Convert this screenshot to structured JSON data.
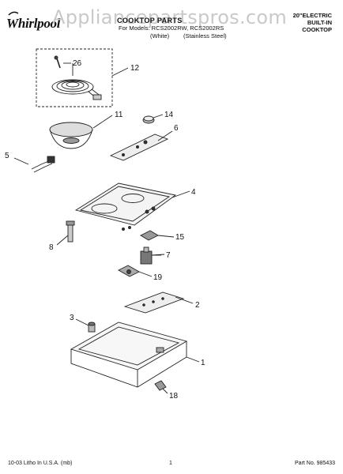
{
  "header": {
    "brand": "Whirlpool",
    "watermark": "Appliancepartspros.com",
    "title": "COOKTOP PARTS",
    "models_label": "For Models: RCS2002RW, RCS2002RS",
    "variant_white": "(White)",
    "variant_stainless": "(Stainless Steel)",
    "product_line1": "20\"ELECTRIC",
    "product_line2": "BUILT-IN",
    "product_line3": "COOKTOP"
  },
  "diagram": {
    "callouts": [
      {
        "id": "26",
        "label": "26"
      },
      {
        "id": "12",
        "label": "12"
      },
      {
        "id": "11",
        "label": "11"
      },
      {
        "id": "14",
        "label": "14"
      },
      {
        "id": "6",
        "label": "6"
      },
      {
        "id": "5",
        "label": "5"
      },
      {
        "id": "4",
        "label": "4"
      },
      {
        "id": "15",
        "label": "15"
      },
      {
        "id": "8",
        "label": "8"
      },
      {
        "id": "7",
        "label": "7"
      },
      {
        "id": "19",
        "label": "19"
      },
      {
        "id": "2",
        "label": "2"
      },
      {
        "id": "3",
        "label": "3"
      },
      {
        "id": "1",
        "label": "1"
      },
      {
        "id": "18",
        "label": "18"
      }
    ]
  },
  "footer": {
    "litho": "10-03 Litho In U.S.A. (mb)",
    "page_number": "1",
    "part_no": "Part No. 985433"
  }
}
